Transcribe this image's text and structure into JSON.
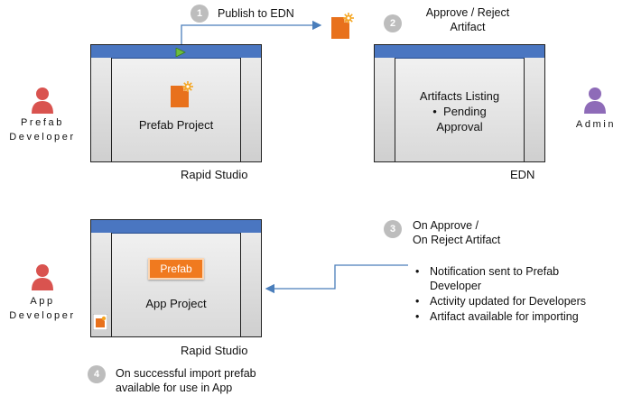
{
  "steps": {
    "s1": {
      "number": "1",
      "text": "Publish to EDN"
    },
    "s2": {
      "number": "2",
      "line1": "Approve / Reject",
      "line2": "Artifact"
    },
    "s3": {
      "number": "3",
      "line1": "On Approve /",
      "line2": "On Reject Artifact"
    },
    "s4": {
      "number": "4",
      "line1": "On successful import prefab",
      "line2": "available for use in App"
    }
  },
  "actors": {
    "prefab_developer": {
      "line1": "Prefab",
      "line2": "Developer"
    },
    "admin": {
      "label": "Admin"
    },
    "app_developer": {
      "line1": "App",
      "line2": "Developer"
    }
  },
  "windows": {
    "prefab_studio": {
      "content": "Prefab Project",
      "caption": "Rapid Studio"
    },
    "edn": {
      "line1": "Artifacts Listing",
      "bullet": "Pending",
      "line3": "Approval",
      "caption": "EDN"
    },
    "app_studio": {
      "badge": "Prefab",
      "content": "App Project",
      "caption": "Rapid Studio"
    }
  },
  "notifications": [
    {
      "text": "Notification sent to Prefab"
    },
    {
      "text": "Developer"
    },
    {
      "text": "Activity updated for Developers"
    },
    {
      "text": "Artifact available for importing"
    }
  ],
  "colors": {
    "titlebar": "#4a76c1",
    "prefab_orange": "#f07a1f",
    "arrow": "#4a7ebb",
    "person_red": "#d9534f",
    "person_purple": "#8e6bb8",
    "play_green": "#6dbe3e"
  },
  "icons": [
    "person-icon",
    "prefab-artifact-icon",
    "play-icon",
    "small-prefab-icon"
  ]
}
